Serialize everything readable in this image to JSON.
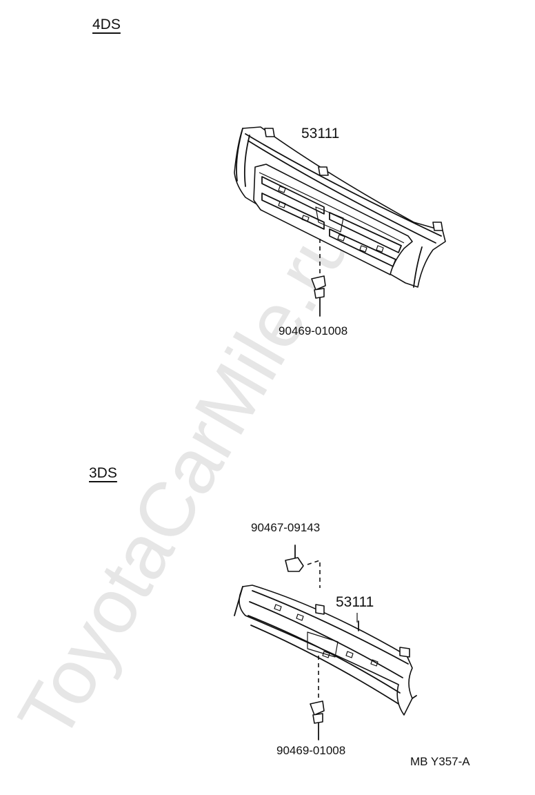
{
  "sections": {
    "top": {
      "label": "4DS",
      "grille_part": "53111",
      "clip_part": "90469-01008"
    },
    "bottom": {
      "label": "3DS",
      "screw_part": "90467-09143",
      "grille_part": "53111",
      "clip_part": "90469-01008"
    }
  },
  "figure_code": "MB Y357-A",
  "watermark": "ToyotaCarMile.ru",
  "colors": {
    "ink": "#111111",
    "watermark": "#e6e6e6",
    "background": "#ffffff"
  }
}
